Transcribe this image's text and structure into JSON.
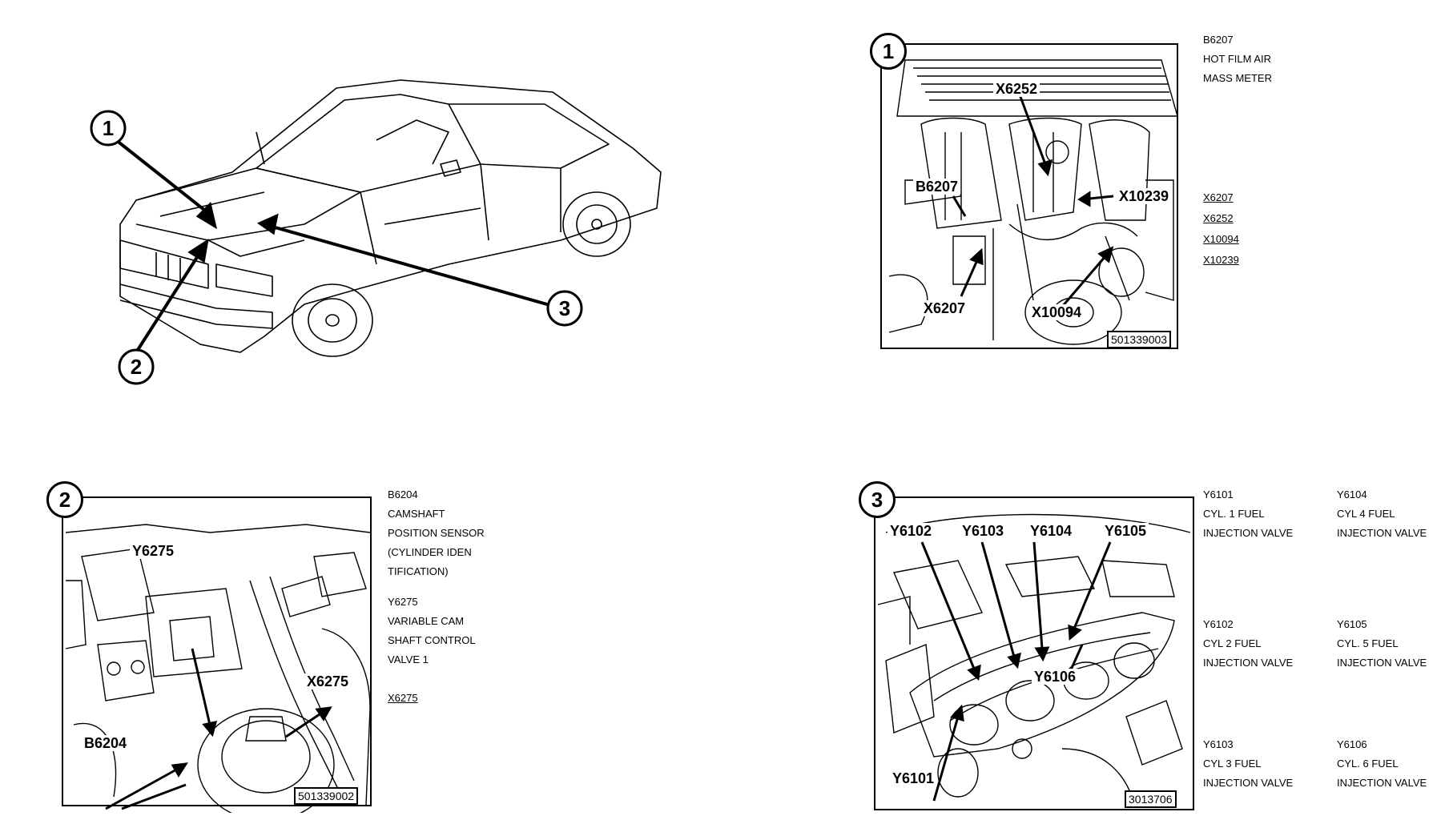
{
  "overview": {
    "callouts": [
      "1",
      "2",
      "3"
    ]
  },
  "panel1": {
    "number": "1",
    "labels": [
      "X6252",
      "B6207",
      "X10239",
      "X6207",
      "X10094"
    ],
    "fig_id": "501339003",
    "legend": {
      "component_code": "B6207",
      "component_desc_1": "HOT FILM AIR",
      "component_desc_2": "MASS METER",
      "connectors": [
        "X6207",
        "X6252",
        "X10094",
        "X10239"
      ]
    }
  },
  "panel2": {
    "number": "2",
    "labels": [
      "Y6275",
      "X6275",
      "B6204"
    ],
    "fig_id": "501339002",
    "legend": {
      "item1_code": "B6204",
      "item1_desc": [
        "CAMSHAFT",
        "POSITION SENSOR",
        "(CYLINDER IDEN",
        "TIFICATION)"
      ],
      "item2_code": "Y6275",
      "item2_desc": [
        "VARIABLE CAM",
        "SHAFT CONTROL",
        "VALVE 1"
      ],
      "connector": "X6275"
    }
  },
  "panel3": {
    "number": "3",
    "labels": [
      "Y6102",
      "Y6103",
      "Y6104",
      "Y6105",
      "Y6106",
      "Y6101"
    ],
    "fig_id": "3013706",
    "legend": [
      {
        "code": "Y6101",
        "line1": "CYL. 1 FUEL",
        "line2": "INJECTION VALVE"
      },
      {
        "code": "Y6104",
        "line1": "CYL  4 FUEL",
        "line2": "INJECTION VALVE"
      },
      {
        "code": "Y6102",
        "line1": "CYL  2 FUEL",
        "line2": "INJECTION VALVE"
      },
      {
        "code": "Y6105",
        "line1": "CYL. 5 FUEL",
        "line2": "INJECTION VALVE"
      },
      {
        "code": "Y6103",
        "line1": "CYL  3 FUEL",
        "line2": "INJECTION VALVE"
      },
      {
        "code": "Y6106",
        "line1": "CYL. 6 FUEL",
        "line2": "INJECTION VALVE"
      }
    ]
  }
}
